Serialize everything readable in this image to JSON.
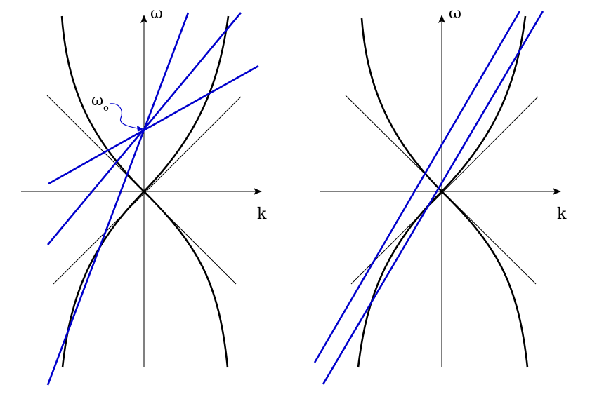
{
  "labels": {
    "left_omega": "ω",
    "left_k": "k",
    "right_omega": "ω",
    "right_k": "k",
    "omega0_main": "ω",
    "omega0_sub": "o"
  },
  "colors": {
    "axis": "#000000",
    "curve": "#000000",
    "line": "#0000cc",
    "annotation": "#0000cc"
  },
  "icons": {
    "arrowhead": "arrow-head-icon"
  }
}
